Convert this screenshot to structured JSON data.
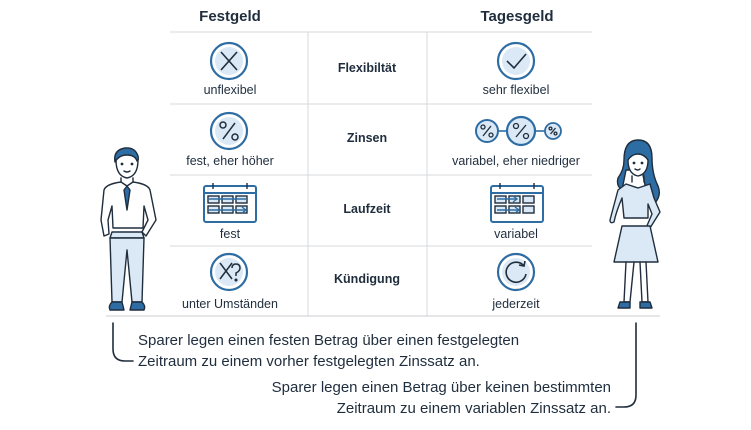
{
  "columns": {
    "left_title": "Festgeld",
    "right_title": "Tagesgeld"
  },
  "rows": [
    {
      "category": "Flexibiltät",
      "left": "unflexibel",
      "right": "sehr flexibel",
      "left_icon": "x-circle-icon",
      "right_icon": "check-circle-icon"
    },
    {
      "category": "Zinsen",
      "left": "fest, eher höher",
      "right": "variabel, eher niedriger",
      "left_icon": "percent-circle-icon",
      "right_icon": "percent-chain-icon"
    },
    {
      "category": "Laufzeit",
      "left": "fest",
      "right": "variabel",
      "left_icon": "calendar-fixed-icon",
      "right_icon": "calendar-variable-icon"
    },
    {
      "category": "Kündigung",
      "left": "unter Umständen",
      "right": "jederzeit",
      "left_icon": "x-question-circle-icon",
      "right_icon": "refresh-circle-icon"
    }
  ],
  "descriptions": {
    "festgeld": [
      "Sparer legen einen festen Betrag über einen festgelegten",
      "Zeitraum zu einem vorher festgelegten Zinssatz an."
    ],
    "tagesgeld": [
      "Sparer legen einen Betrag über keinen bestimmten",
      "Zeitraum zu einem variablen Zinssatz an."
    ]
  },
  "colors": {
    "ink": "#1f2d3d",
    "accent": "#2e6da4",
    "fill": "#dbe9f6",
    "grid": "#d6d9dc"
  }
}
